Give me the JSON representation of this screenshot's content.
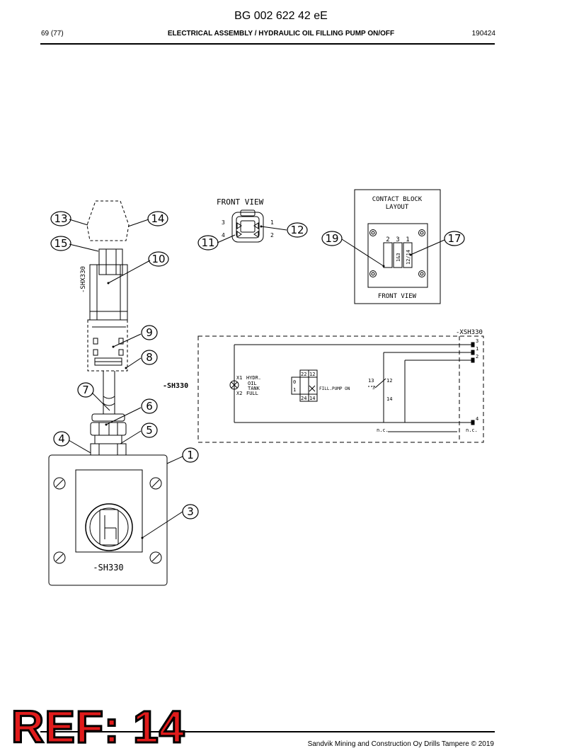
{
  "header": {
    "doc_number": "BG 002 622 42 eE",
    "page": "69 (77)",
    "title": "ELECTRICAL ASSEMBLY / HYDRAULIC OIL FILLING PUMP ON/OFF",
    "date": "190424"
  },
  "callouts": [
    "13",
    "14",
    "15",
    "10",
    "9",
    "8",
    "7",
    "6",
    "5",
    "4",
    "1",
    "3",
    "12",
    "11",
    "19",
    "17"
  ],
  "labels": {
    "front_view": "FRONT VIEW",
    "contact_block_1": "CONTACT BLOCK",
    "contact_block_2": "LAYOUT",
    "front_view_small": "FRONT VIEW",
    "connector_id": "-SHX330",
    "switch_id": "-SH330",
    "switch_plate_id": "-SH330",
    "terminal_id": "-XSH330",
    "pins": [
      "3",
      "4",
      "1",
      "2"
    ],
    "contact_numbers": [
      "2",
      "3",
      "1"
    ],
    "contact_cells": [
      "1&3",
      "12/14"
    ],
    "lamp_x1": "X1",
    "lamp_x2": "X2",
    "lamp_text_1": "HYDR.",
    "lamp_text_2": "OIL",
    "lamp_text_3": "TANK",
    "lamp_text_4": "FULL",
    "relay_0": "0",
    "relay_1": "1",
    "relay_22": "22",
    "relay_12": "12",
    "relay_24": "24",
    "relay_14": "14",
    "pump_text": "FILL.PUMP ON",
    "sw_13": "13",
    "sw_12": "12",
    "sw_14": "14",
    "sw_3": "3",
    "term_3": "3",
    "term_1": "1",
    "term_2": "2",
    "term_4": "4",
    "nc1": "n.c.",
    "nc2": "n.c."
  },
  "watermark": "REF: 14",
  "footer": "Sandvik Mining and Construction Oy Drills Tampere © 2019"
}
